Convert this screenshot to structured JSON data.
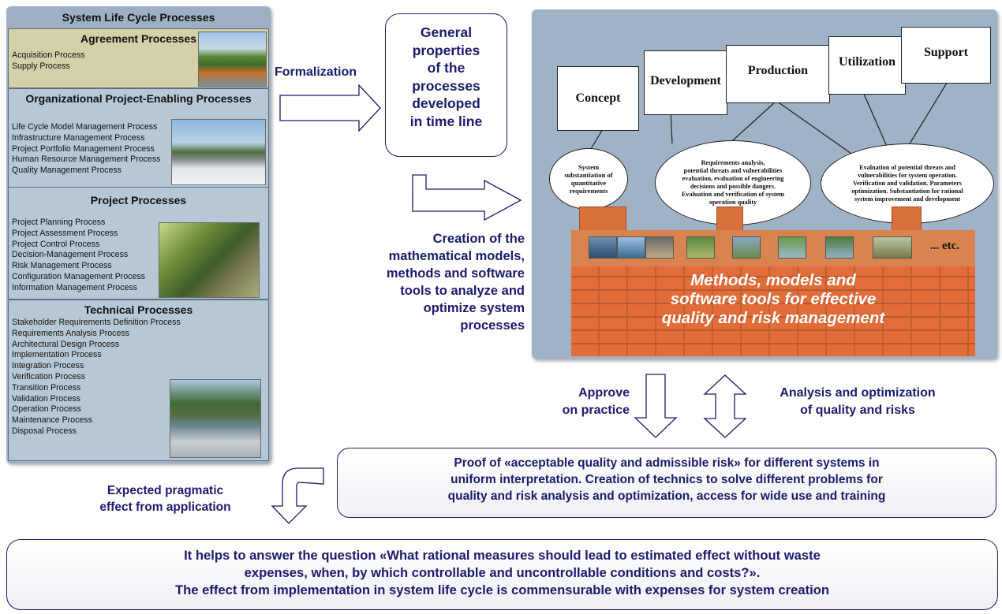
{
  "left_panel": {
    "title": "System Life Cycle Processes",
    "sections": [
      {
        "title": "Agreement Processes",
        "items": [
          "Acquisition Process",
          "Supply Process"
        ]
      },
      {
        "title": "Organizational Project-Enabling Processes",
        "items": [
          "Life Cycle Model Management Process",
          "Infrastructure Management Process",
          "Project Portfolio Management Process",
          "Human Resource Management Process",
          "Quality Management Process"
        ]
      },
      {
        "title": "Project Processes",
        "items": [
          "Project Planning Process",
          "Project Assessment Process",
          "Project Control Process",
          "Decision-Management Process",
          "Risk Management Process",
          "Configuration Management Process",
          "Information Management Process"
        ]
      },
      {
        "title": "Technical Processes",
        "items": [
          "Stakeholder Requirements Definition Process",
          "Requirements Analysis Process",
          "Architectural Design Process",
          "Implementation Process",
          "Integration Process",
          "Verification Process",
          "Transition Process",
          "Validation Process",
          "Operation Process",
          "Maintenance Process",
          "Disposal Process"
        ]
      }
    ]
  },
  "formalization_label": "Formalization",
  "general_box": [
    "General",
    "properties",
    "of the",
    "processes",
    "developed",
    "in time line"
  ],
  "creation_label": [
    "Creation of the",
    "mathematical models,",
    "methods and software",
    "tools to analyze and",
    "optimize system",
    "processes"
  ],
  "stages": [
    "Concept",
    "Development",
    "Production",
    "Utilization",
    "Support"
  ],
  "ellipses": [
    [
      "System",
      "substantiation of",
      "quantitative",
      "requirements"
    ],
    [
      "Requirements analysis,",
      "potential threats and vulnerabilities",
      "evaluation, evaluation of engineering",
      "decisions and possible dangers.",
      "Evaluation and verification of system",
      "operation quality"
    ],
    [
      "Evaluation of potential threats and",
      "vulnerabilities for system operation.",
      "Verification and validation. Parameters",
      "optimization. Substantiation for rational",
      "system improvement and development"
    ]
  ],
  "etc_label": "... etc.",
  "wall_text": [
    "Methods, models and",
    "software tools for effective",
    "quality and risk management"
  ],
  "approve_label": [
    "Approve",
    "on practice"
  ],
  "analysis_label": [
    "Analysis and optimization",
    "of quality and risks"
  ],
  "proof_box": [
    "Proof of «acceptable quality and admissible risk» for different systems in",
    "uniform interpretation. Creation of technics to solve different problems for",
    "quality and risk analysis and optimization, access for wide use and training"
  ],
  "expected_label": [
    "Expected pragmatic",
    "effect from application"
  ],
  "answer_box": [
    "It helps to answer the question «What rational measures should lead to estimated effect without waste",
    "expenses, when, by which controllable and uncontrollable conditions and costs?».",
    "The effect from implementation in system life cycle is commensurable with expenses for system creation"
  ],
  "colors": {
    "text_navy": "#1b1b6e",
    "brick": "#e26c3a",
    "panel_blue": "#9fb2c6"
  }
}
